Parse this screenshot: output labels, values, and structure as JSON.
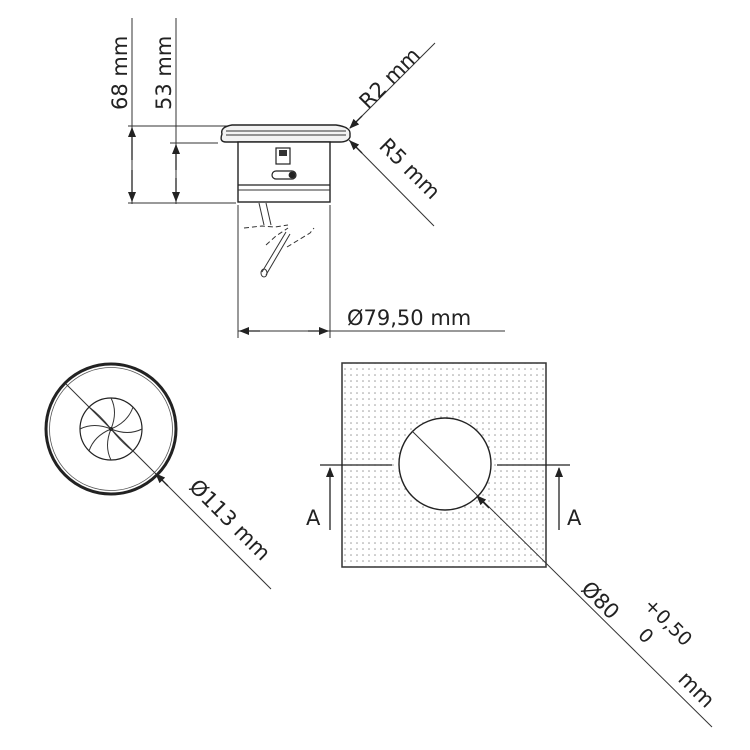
{
  "side_view": {
    "height_total": "68 mm",
    "height_body": "53 mm",
    "radius_top": "R2 mm",
    "radius_bottom": "R5 mm",
    "body_diameter": "Ø79,50 mm"
  },
  "top_view": {
    "outer_diameter": "Ø113 mm"
  },
  "cutout_view": {
    "section_label_left": "A",
    "section_label_right": "A",
    "hole_diameter": "Ø80",
    "tolerance_upper": "+0,50",
    "tolerance_lower": "0",
    "unit": "mm"
  },
  "colors": {
    "line": "#222222",
    "background": "#ffffff",
    "stipple": "#9a9a9a"
  }
}
